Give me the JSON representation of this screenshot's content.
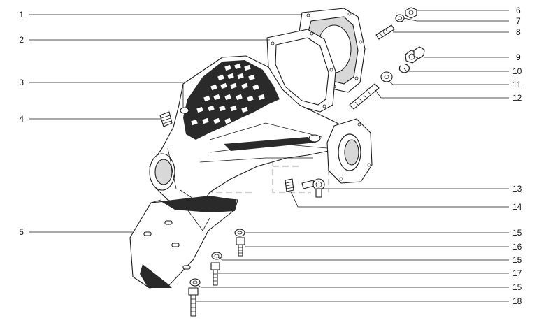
{
  "callouts_left": [
    {
      "id": "c1",
      "text": "1"
    },
    {
      "id": "c2",
      "text": "2"
    },
    {
      "id": "c3",
      "text": "3"
    },
    {
      "id": "c4",
      "text": "4"
    },
    {
      "id": "c5",
      "text": "5"
    }
  ],
  "callouts_right": [
    {
      "id": "c6",
      "text": "6"
    },
    {
      "id": "c7",
      "text": "7"
    },
    {
      "id": "c8",
      "text": "8"
    },
    {
      "id": "c9",
      "text": "9"
    },
    {
      "id": "c10",
      "text": "10"
    },
    {
      "id": "c11",
      "text": "11"
    },
    {
      "id": "c12",
      "text": "12"
    },
    {
      "id": "c13",
      "text": "13"
    },
    {
      "id": "c14",
      "text": "14"
    },
    {
      "id": "c15a",
      "text": "15"
    },
    {
      "id": "c16",
      "text": "16"
    },
    {
      "id": "c15b",
      "text": "15"
    },
    {
      "id": "c17",
      "text": "17"
    },
    {
      "id": "c15c",
      "text": "15"
    },
    {
      "id": "c18",
      "text": "18"
    }
  ]
}
